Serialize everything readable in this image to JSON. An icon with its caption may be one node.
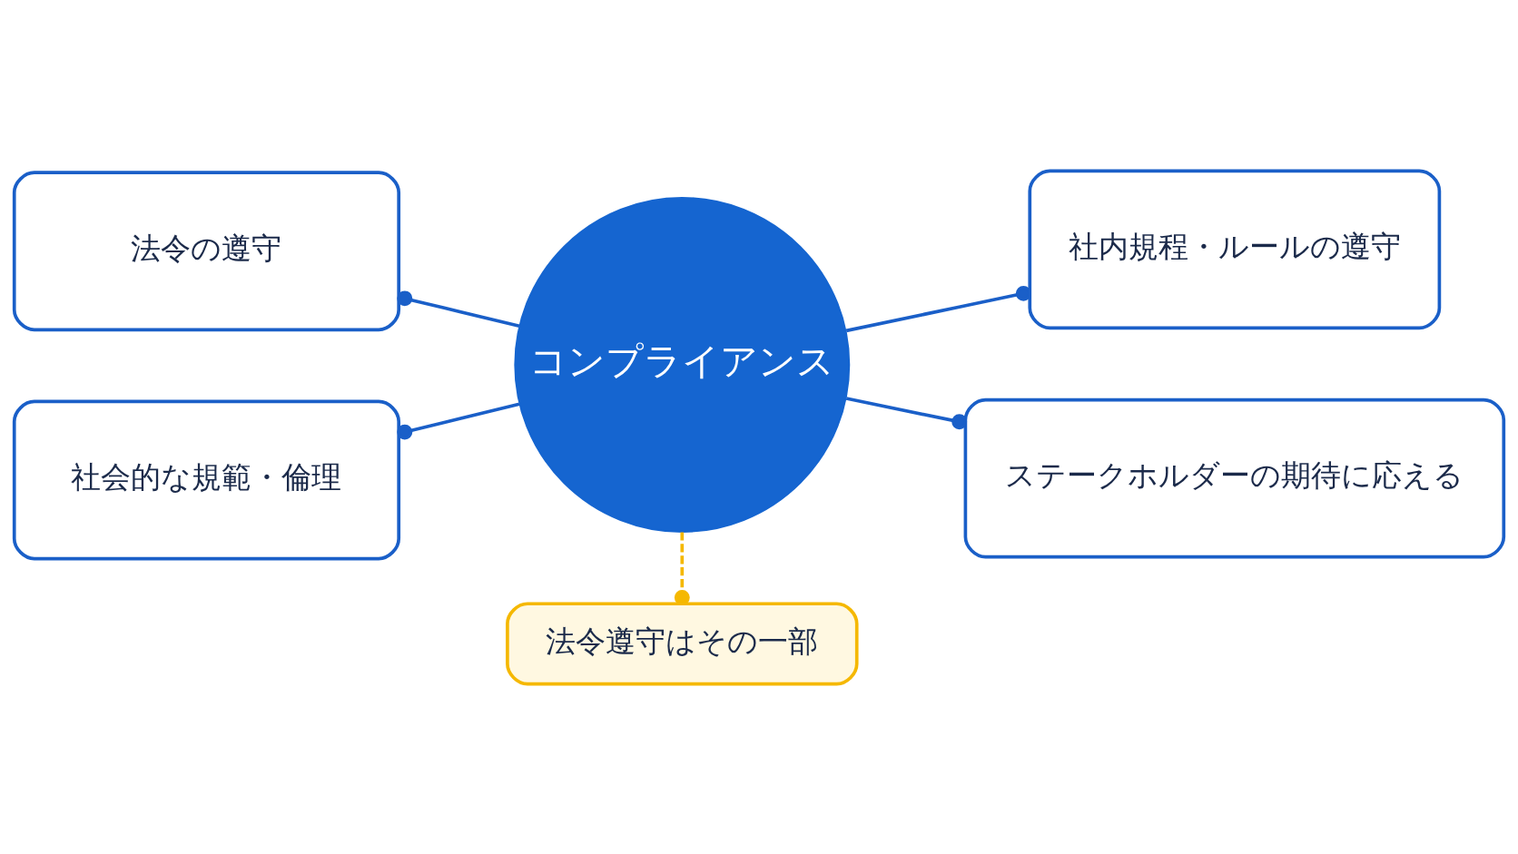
{
  "diagram": {
    "nodes": [
      {
        "text": [
          "コンプライアンス"
        ]
      },
      {
        "text": [
          "法令の遵守"
        ]
      },
      {
        "text": [
          "社内規程・ルールの遵守"
        ]
      },
      {
        "text": [
          "社会的な規範・倫理"
        ]
      },
      {
        "text": [
          "ステークホルダーの期待に応える"
        ]
      },
      {
        "text": [
          "法令遵守はその一部"
        ]
      }
    ],
    "edges": [
      {
        "from": 0,
        "to": 1,
        "arrow": "other"
      },
      {
        "from": 0,
        "to": 2,
        "arrow": "other"
      },
      {
        "from": 0,
        "to": 3,
        "arrow": "other"
      },
      {
        "from": 0,
        "to": 4,
        "arrow": "other"
      },
      {
        "from": 0,
        "to": 5,
        "arrow": "other",
        "style": "dashed",
        "color": "#f5b800"
      }
    ]
  }
}
